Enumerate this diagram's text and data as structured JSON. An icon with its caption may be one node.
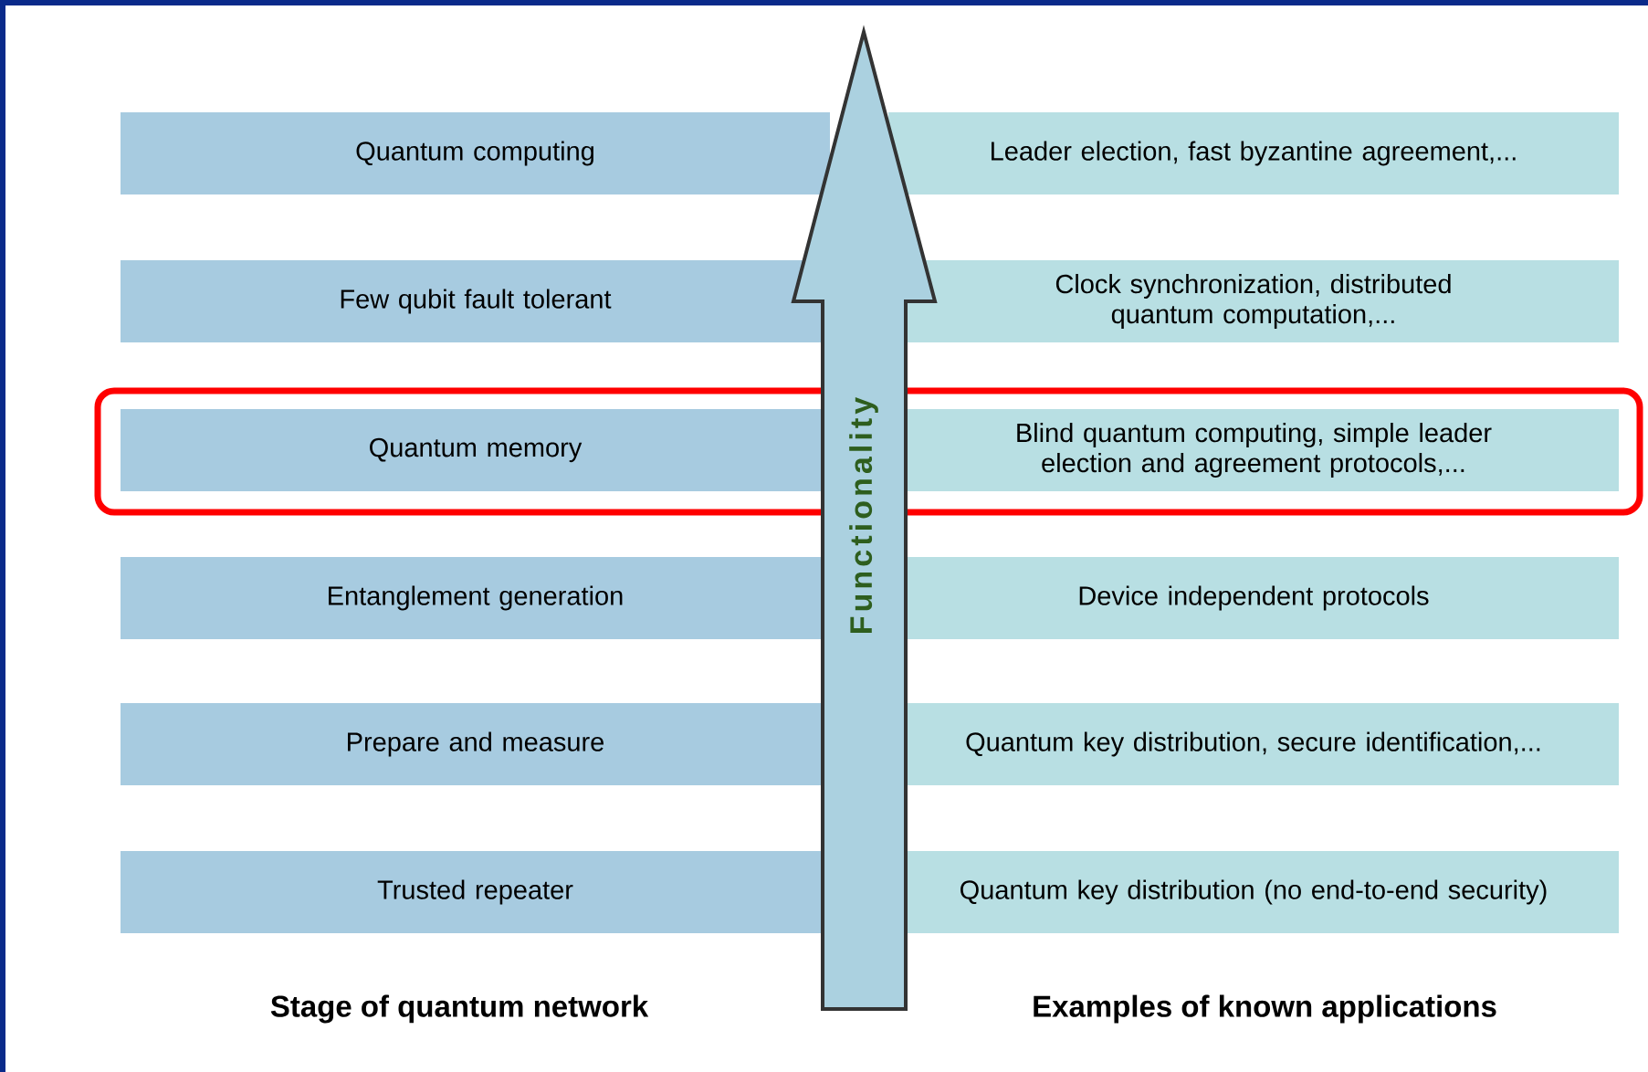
{
  "diagram": {
    "nodes": [
      {
        "text": [
          "Quantum computing"
        ]
      },
      {
        "text": [
          "Leader election, fast byzantine agreement,..."
        ]
      },
      {
        "text": [
          "Few qubit fault tolerant"
        ]
      },
      {
        "text": [
          "Clock synchronization, distributed quantum computation,..."
        ]
      },
      {
        "text": [
          "Quantum memory"
        ]
      },
      {
        "text": [
          "Blind quantum computing, simple leader election and agreement protocols,..."
        ]
      },
      {
        "text": [
          "Entanglement generation"
        ]
      },
      {
        "text": [
          "Device independent protocols"
        ]
      },
      {
        "text": [
          "Prepare and measure"
        ]
      },
      {
        "text": [
          "Quantum key distribution, secure identification,..."
        ]
      },
      {
        "text": [
          "Trusted repeater"
        ]
      },
      {
        "text": [
          "Quantum key distribution (no end-to-end security)"
        ]
      },
      {
        "text": [
          "Functionality"
        ]
      }
    ],
    "labels": [
      "Stage of quantum network",
      "Examples of known applications"
    ]
  }
}
